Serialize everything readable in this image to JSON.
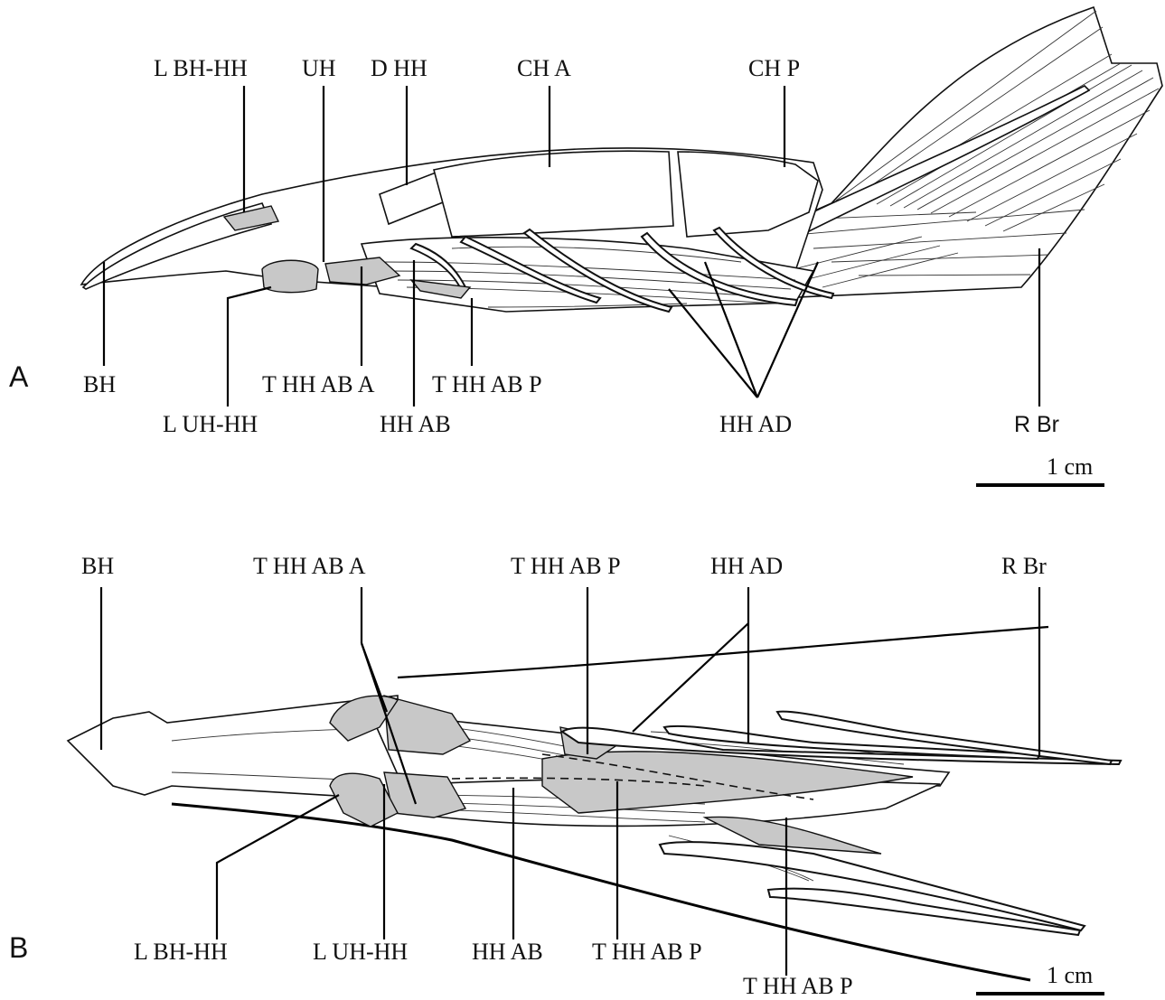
{
  "panel_a": {
    "panel_label": "A",
    "labels": {
      "l_bh_hh": "L BH-HH",
      "uh": "UH",
      "d_hh": "D HH",
      "ch_a": "CH A",
      "ch_p": "CH P",
      "bh": "BH",
      "l_uh_hh": "L UH-HH",
      "t_hh_ab_a": "T HH AB A",
      "hh_ab": "HH AB",
      "t_hh_ab_p": "T HH AB P",
      "hh_ad": "HH AD",
      "r_br": "R Br"
    },
    "scale_label": "1 cm"
  },
  "panel_b": {
    "panel_label": "B",
    "labels": {
      "bh": "BH",
      "t_hh_ab_a": "T HH AB A",
      "t_hh_ab_p": "T HH AB P",
      "hh_ad": "HH AD",
      "r_br": "R Br",
      "l_bh_hh": "L BH-HH",
      "l_uh_hh": "L UH-HH",
      "hh_ab": "HH AB",
      "t_hh_ab_p_2": "T HH AB P",
      "t_hh_ab_p_3": "T HH AB P"
    },
    "scale_label": "1 cm"
  },
  "colors": {
    "shading": "#c8c8c8",
    "ink": "#111111"
  }
}
